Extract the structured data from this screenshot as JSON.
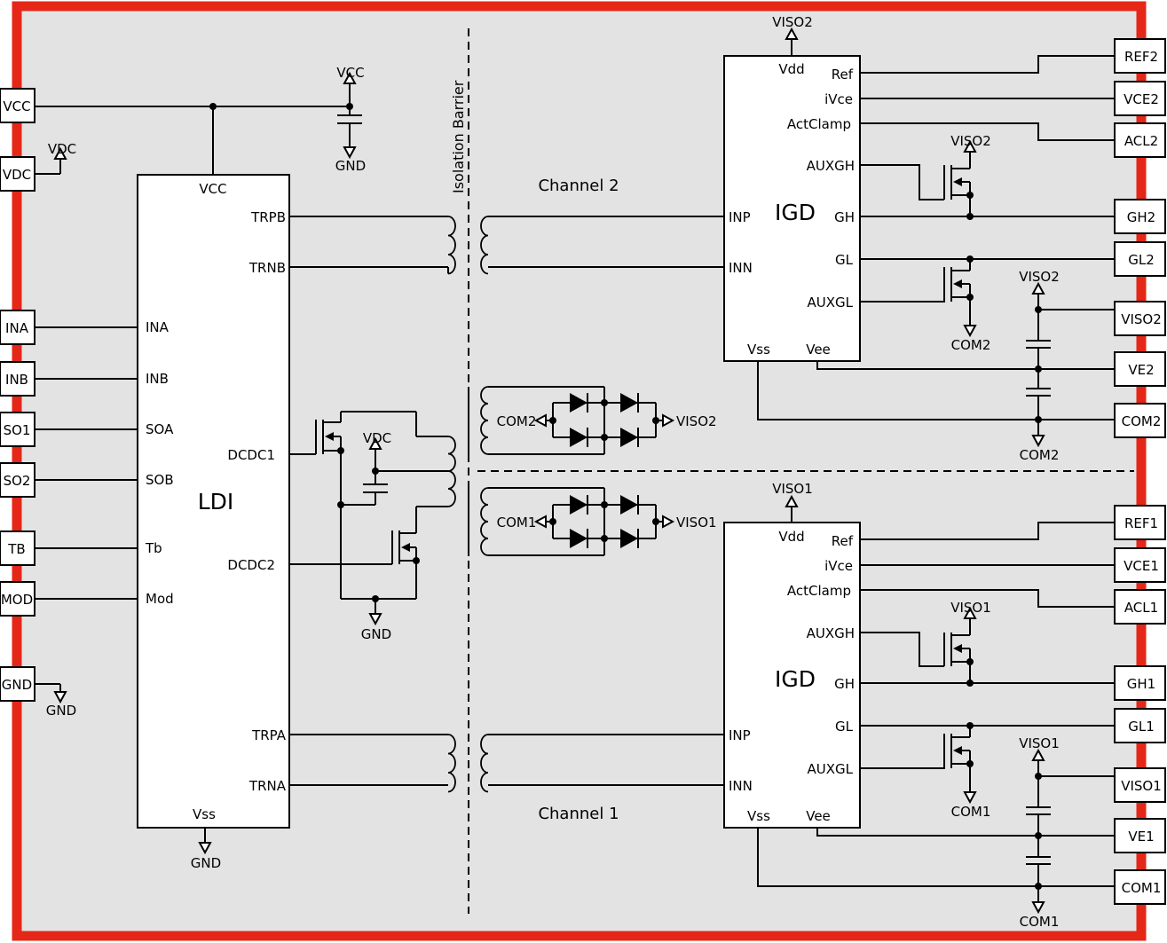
{
  "colors": {
    "frame": "#e52718",
    "background": "#e3e3e3",
    "wire": "#000000"
  },
  "left_terminals": [
    "VCC",
    "VDC",
    "INA",
    "INB",
    "SO1",
    "SO2",
    "TB",
    "MOD",
    "GND"
  ],
  "ldi": {
    "name": "LDI",
    "pins": {
      "vcc": "VCC",
      "trpb": "TRPB",
      "trnb": "TRNB",
      "ina": "INA",
      "inb": "INB",
      "soa": "SOA",
      "sob": "SOB",
      "dcdc1": "DCDC1",
      "dcdc2": "DCDC2",
      "tb": "Tb",
      "mod": "Mod",
      "trpa": "TRPA",
      "trna": "TRNA",
      "vss": "Vss"
    }
  },
  "power_labels": {
    "vcc": "VCC",
    "vdc": "VDC",
    "gnd": "GND"
  },
  "isolation_barrier": "Isolation Barrier",
  "channel2": {
    "title": "Channel 2",
    "driver": "IGD",
    "pins": {
      "vdd": "Vdd",
      "ref": "Ref",
      "ivce": "iVce",
      "actclamp": "ActClamp",
      "auxgh": "AUXGH",
      "inp": "INP",
      "gh": "GH",
      "gl": "GL",
      "inn": "INN",
      "auxgl": "AUXGL",
      "vss": "Vss",
      "vee": "Vee"
    },
    "supply": "VISO2",
    "common": "COM2",
    "terminals": [
      "REF2",
      "VCE2",
      "ACL2",
      "GH2",
      "GL2",
      "VISO2",
      "VE2",
      "COM2"
    ]
  },
  "channel1": {
    "title": "Channel 1",
    "driver": "IGD",
    "pins": {
      "vdd": "Vdd",
      "ref": "Ref",
      "ivce": "iVce",
      "actclamp": "ActClamp",
      "auxgh": "AUXGH",
      "inp": "INP",
      "gh": "GH",
      "gl": "GL",
      "inn": "INN",
      "auxgl": "AUXGL",
      "vss": "Vss",
      "vee": "Vee"
    },
    "supply": "VISO1",
    "common": "COM1",
    "terminals": [
      "REF1",
      "VCE1",
      "ACL1",
      "GH1",
      "GL1",
      "VISO1",
      "VE1",
      "COM1"
    ]
  }
}
